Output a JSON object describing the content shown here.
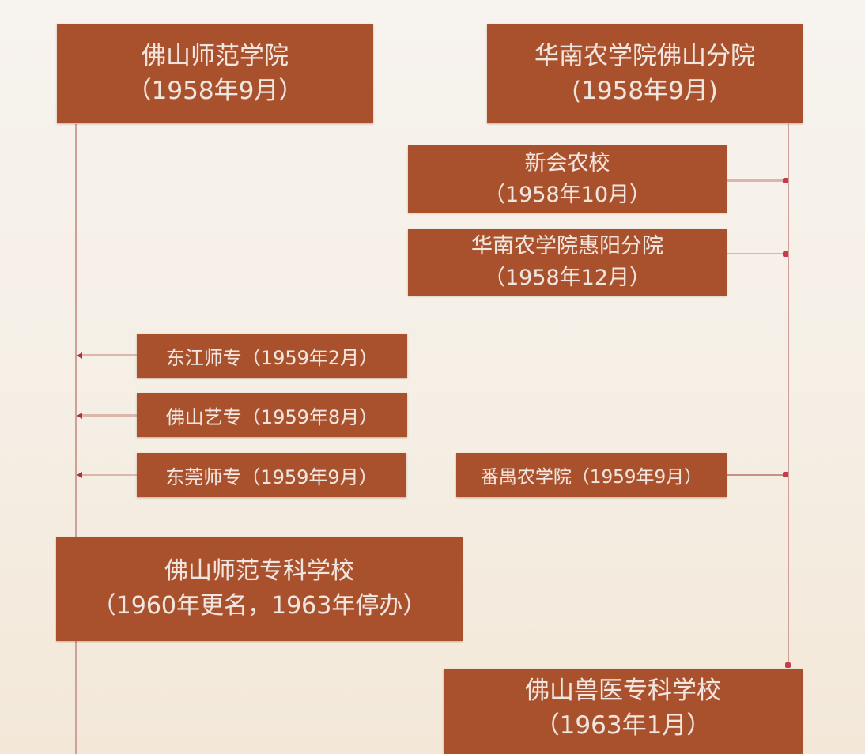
{
  "colors": {
    "box": "#a9502c",
    "text": "#f1e6df",
    "line": "#cfa09a",
    "marker": "#c43c4a"
  },
  "nodes": {
    "foshan_normal_college": {
      "name": "佛山师范学院",
      "date": "（1958年9月）"
    },
    "scau_foshan_branch": {
      "name": "华南农学院佛山分院",
      "date": "(1958年9月)"
    },
    "xinhui_agri_school": {
      "name": "新会农校",
      "date": "（1958年10月）"
    },
    "scau_huiyang_branch": {
      "name": "华南农学院惠阳分院",
      "date": "（1958年12月）"
    },
    "dongjiang_normal": {
      "label": "东江师专（1959年2月）"
    },
    "foshan_art": {
      "label": "佛山艺专（1959年8月）"
    },
    "dongguan_normal": {
      "label": "东莞师专（1959年9月）"
    },
    "panyu_agri_college": {
      "label": "番禺农学院（1959年9月）"
    },
    "foshan_normal_junior": {
      "name": "佛山师范专科学校",
      "date": "（1960年更名，1963年停办）"
    },
    "foshan_vet_junior": {
      "name": "佛山兽医专科学校",
      "date": "（1963年1月）"
    }
  }
}
